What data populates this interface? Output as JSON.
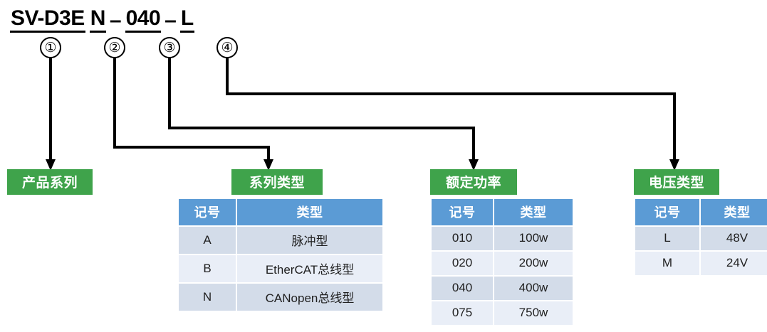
{
  "model_number": {
    "segments": [
      {
        "text": "SV-D3E",
        "marker": "①"
      },
      {
        "text": "N",
        "marker": "②"
      },
      {
        "text": "040",
        "marker": "③"
      },
      {
        "text": "L",
        "marker": "④"
      }
    ],
    "separator": "–"
  },
  "colors": {
    "title_green": "#3FA34B",
    "header_blue": "#5B9BD5",
    "row_odd": "#D3DCE9",
    "row_even": "#E9EEF7",
    "connector_black": "#000000"
  },
  "categories": [
    {
      "id": "product-series",
      "title": "产品系列",
      "columns": [],
      "rows": []
    },
    {
      "id": "series-type",
      "title": "系列类型",
      "columns": [
        "记号",
        "类型"
      ],
      "rows": [
        [
          "A",
          "脉冲型"
        ],
        [
          "B",
          "EtherCAT总线型"
        ],
        [
          "N",
          "CANopen总线型"
        ]
      ]
    },
    {
      "id": "rated-power",
      "title": "额定功率",
      "columns": [
        "记号",
        "类型"
      ],
      "rows": [
        [
          "010",
          "100w"
        ],
        [
          "020",
          "200w"
        ],
        [
          "040",
          "400w"
        ],
        [
          "075",
          "750w"
        ]
      ]
    },
    {
      "id": "voltage-type",
      "title": "电压类型",
      "columns": [
        "记号",
        "类型"
      ],
      "rows": [
        [
          "L",
          "48V"
        ],
        [
          "M",
          "24V"
        ]
      ]
    }
  ]
}
